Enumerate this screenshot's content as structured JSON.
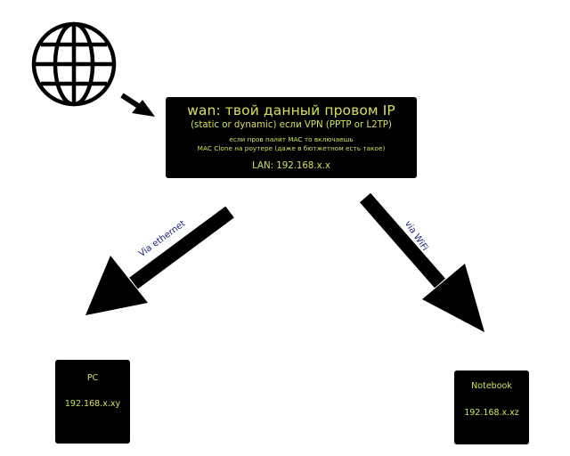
{
  "router": {
    "title": "wan: твой данный провом IP",
    "subtitle": "(static or dynamic) если VPN (PPTP or L2TP)",
    "note_line1": "если пров палит MAC то включаешь",
    "note_line2": "MAC Clone на роутере (даже в бютжетном есть такое)",
    "lan": "LAN: 192.168.x.x"
  },
  "pc": {
    "label": "PC",
    "ip": "192.168.x.xy"
  },
  "notebook": {
    "label": "Notebook",
    "ip": "192.168.x.xz"
  },
  "edges": {
    "ethernet_label": "Via ethernet",
    "wifi_label": "via WiFi"
  },
  "icons": {
    "internet": "globe-icon"
  },
  "colors": {
    "box_fill": "#000000",
    "box_text": "#d4e157",
    "edge_label_text": "#1a237e",
    "arrow": "#000000"
  }
}
